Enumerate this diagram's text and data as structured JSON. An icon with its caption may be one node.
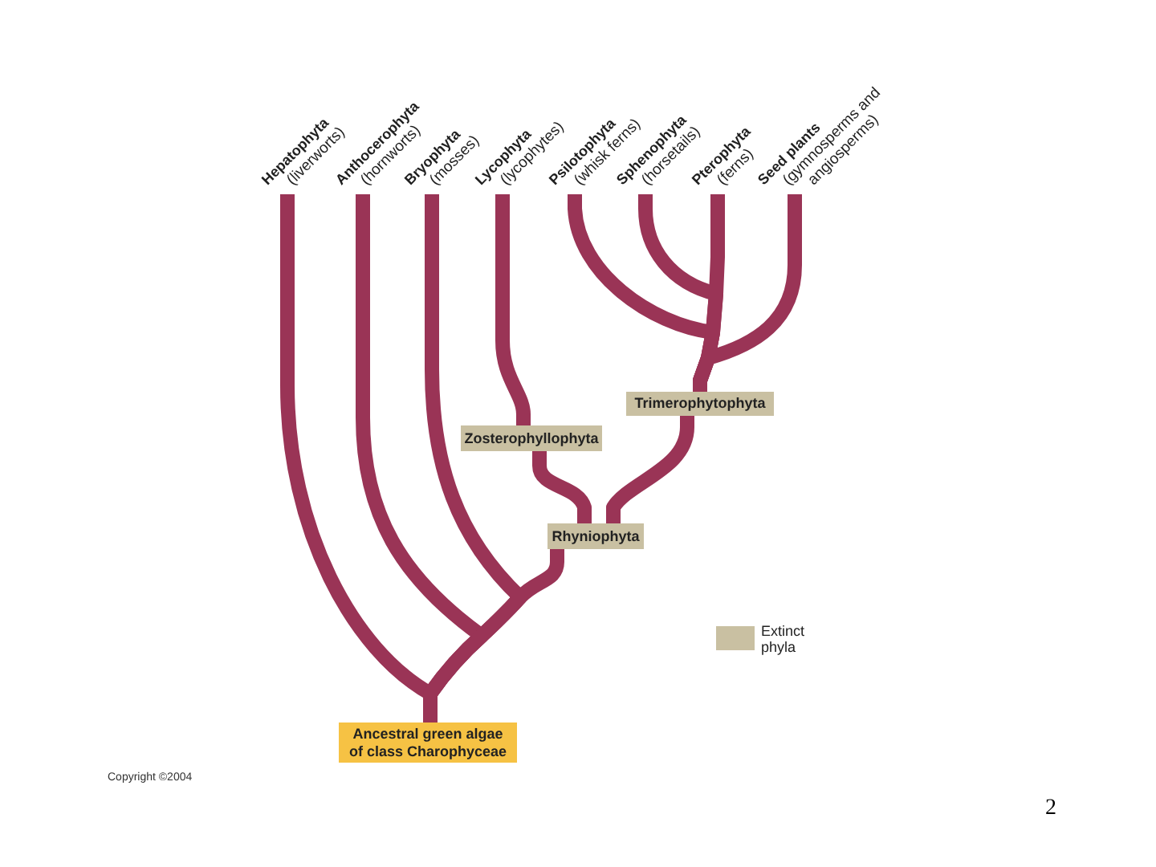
{
  "diagram": {
    "nodes": [
      {
        "text": [
          "Hepatophyta",
          "(liverworts)"
        ]
      },
      {
        "text": [
          "Anthocerophyta",
          "(hornworts)"
        ]
      },
      {
        "text": [
          "Bryophyta",
          "(mosses)"
        ]
      },
      {
        "text": [
          "Lycophyta",
          "(lycophytes)"
        ]
      },
      {
        "text": [
          "Psilotophyta",
          "(whisk ferns)"
        ]
      },
      {
        "text": [
          "Sphenophyta",
          "(horsetails)"
        ]
      },
      {
        "text": [
          "Pterophyta",
          "(ferns)"
        ]
      },
      {
        "text": [
          "Seed plants",
          "(gymnosperms and angiosperms)"
        ]
      },
      {
        "text": [
          "Trimerophytophyta"
        ]
      },
      {
        "text": [
          "Zosterophyllophyta"
        ]
      },
      {
        "text": [
          "Rhyniophyta"
        ]
      },
      {
        "text": [
          "Ancestral green algae of class Charophyceae"
        ]
      }
    ],
    "edges": [
      {
        "from": 11,
        "to": 0,
        "arrow": "none"
      },
      {
        "from": 11,
        "to": 1,
        "arrow": "none"
      },
      {
        "from": 11,
        "to": 2,
        "arrow": "none"
      },
      {
        "from": 11,
        "to": 10,
        "arrow": "none"
      },
      {
        "from": 10,
        "to": 9,
        "arrow": "none"
      },
      {
        "from": 9,
        "to": 3,
        "arrow": "none"
      },
      {
        "from": 10,
        "to": 8,
        "arrow": "none"
      },
      {
        "from": 8,
        "to": 4,
        "arrow": "none"
      },
      {
        "from": 8,
        "to": 5,
        "arrow": "none"
      },
      {
        "from": 8,
        "to": 6,
        "arrow": "none"
      },
      {
        "from": 8,
        "to": 7,
        "arrow": "none"
      }
    ],
    "labels": [
      "Copyright ©2004",
      "2"
    ],
    "legend": [
      {
        "text": "Extinct phyla",
        "color": "#c9c0a2"
      }
    ]
  }
}
